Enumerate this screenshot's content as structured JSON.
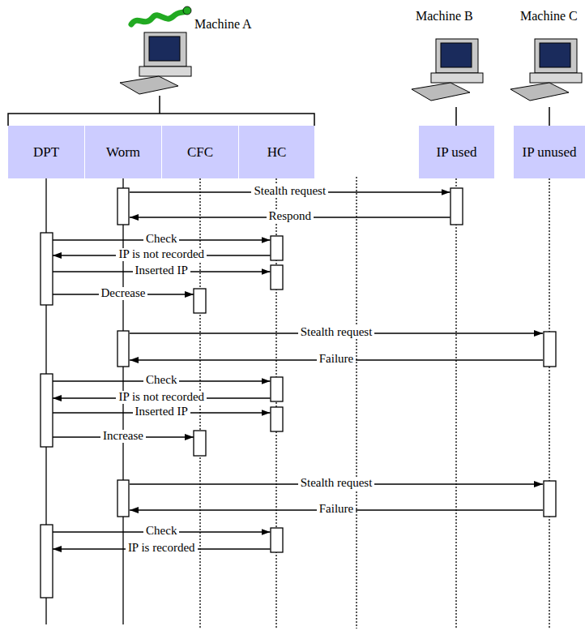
{
  "diagram": {
    "nodes": [
      {
        "text": [
          "DPT"
        ]
      },
      {
        "text": [
          "Worm"
        ]
      },
      {
        "text": [
          "CFC"
        ]
      },
      {
        "text": [
          "HC"
        ]
      },
      {
        "text": [
          "IP used"
        ]
      },
      {
        "text": [
          "IP unused"
        ]
      }
    ],
    "edges": [
      {
        "from": 1,
        "to": 4,
        "label": "Stealth request",
        "arrow": "to"
      },
      {
        "from": 4,
        "to": 1,
        "label": "Respond",
        "arrow": "to"
      },
      {
        "from": 0,
        "to": 3,
        "label": "Check",
        "arrow": "to"
      },
      {
        "from": 3,
        "to": 0,
        "label": "IP is not recorded",
        "arrow": "to"
      },
      {
        "from": 0,
        "to": 3,
        "label": "Inserted IP",
        "arrow": "to"
      },
      {
        "from": 0,
        "to": 2,
        "label": "Decrease",
        "arrow": "to"
      },
      {
        "from": 1,
        "to": 5,
        "label": "Stealth request",
        "arrow": "to"
      },
      {
        "from": 5,
        "to": 1,
        "label": "Failure",
        "arrow": "to"
      },
      {
        "from": 0,
        "to": 3,
        "label": "Check",
        "arrow": "to"
      },
      {
        "from": 3,
        "to": 0,
        "label": "IP is not recorded",
        "arrow": "to"
      },
      {
        "from": 0,
        "to": 3,
        "label": "Inserted IP",
        "arrow": "to"
      },
      {
        "from": 0,
        "to": 2,
        "label": "Increase",
        "arrow": "to"
      },
      {
        "from": 1,
        "to": 5,
        "label": "Stealth request",
        "arrow": "to"
      },
      {
        "from": 5,
        "to": 1,
        "label": "Failure",
        "arrow": "to"
      },
      {
        "from": 0,
        "to": 3,
        "label": "Check",
        "arrow": "to"
      },
      {
        "from": 3,
        "to": 0,
        "label": "IP is recorded",
        "arrow": "to"
      }
    ],
    "labels": [
      "Machine A",
      "Machine B",
      "Machine C"
    ]
  }
}
